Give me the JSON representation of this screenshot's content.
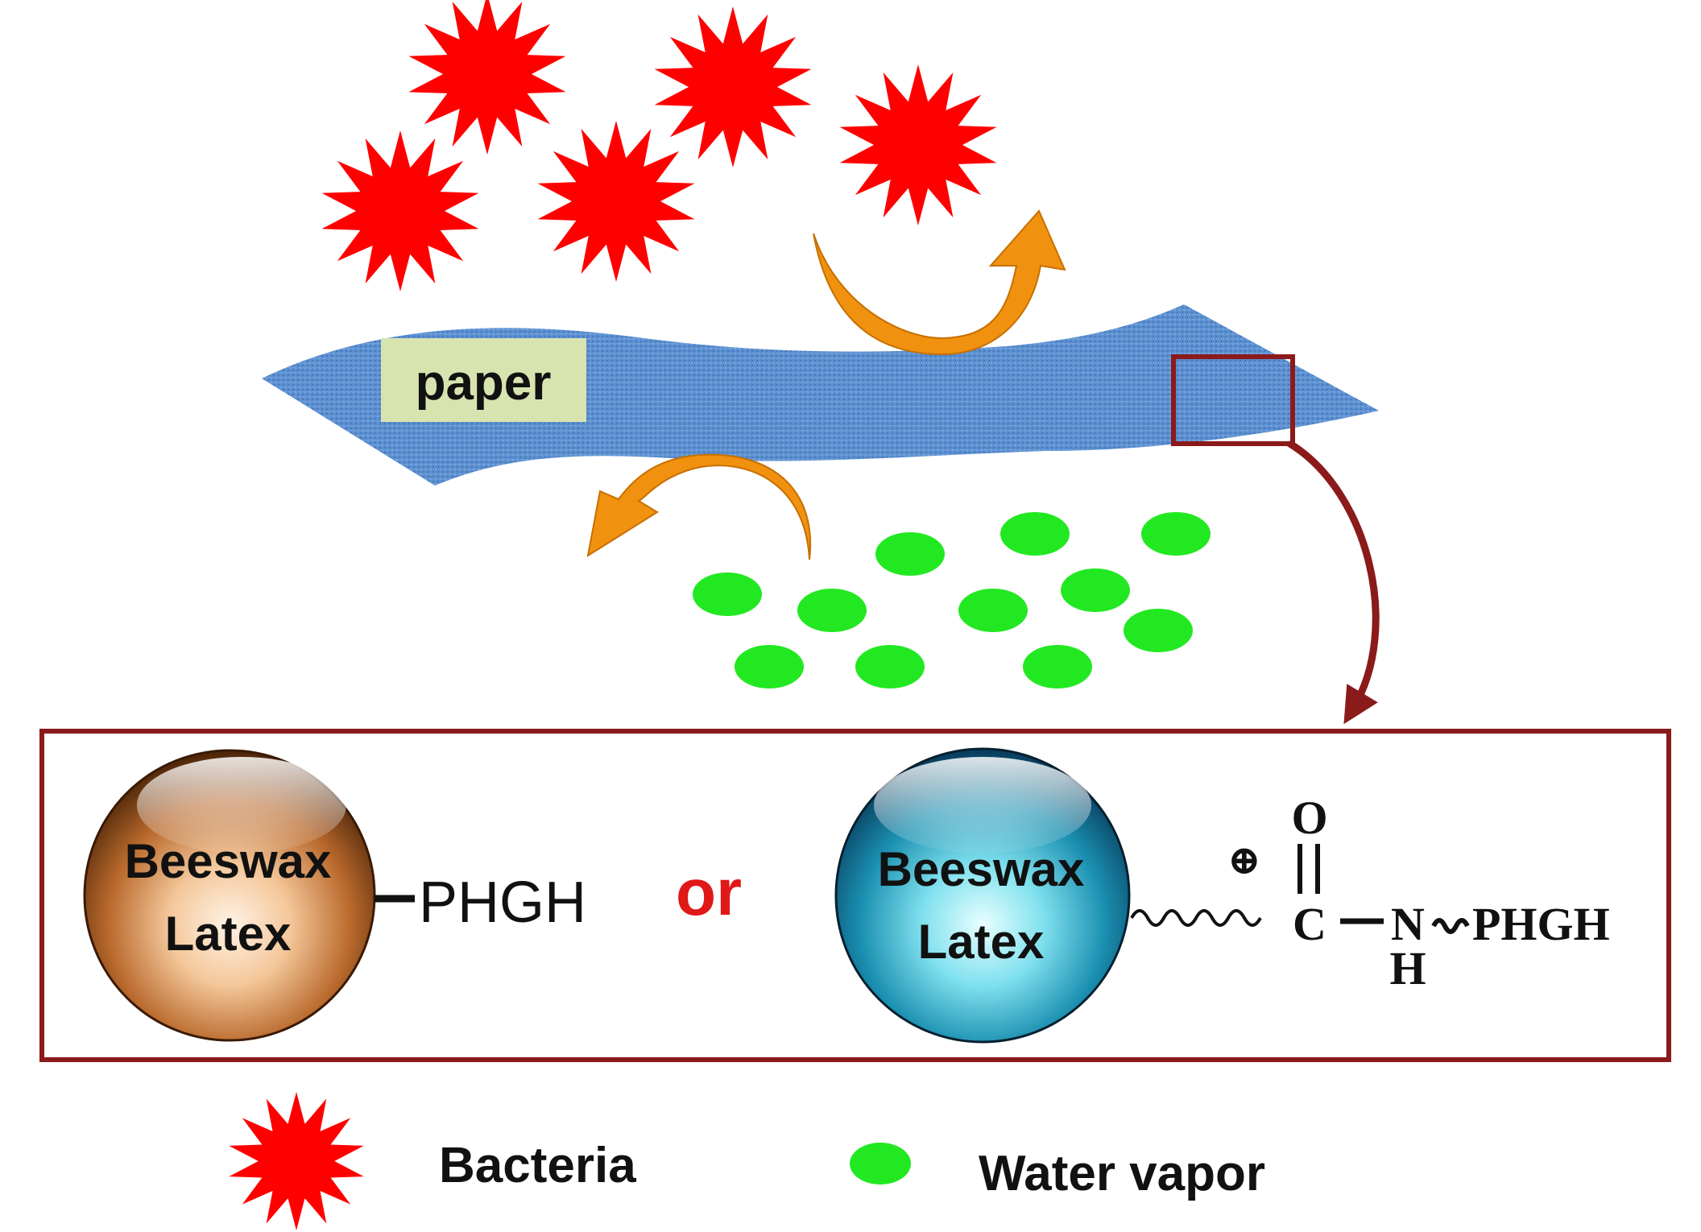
{
  "diagram": {
    "paper_label": "paper",
    "sphere_left": {
      "line1": "Beeswax",
      "line2": "Latex",
      "group": "PHGH"
    },
    "connector_word": "or",
    "sphere_right": {
      "line1": "Beeswax",
      "line2": "Latex",
      "charge": "⊕",
      "oxygen": "O",
      "carbon": "C",
      "nitrogen": "N",
      "hydrogen": "H",
      "group": "PHGH"
    },
    "legend": {
      "bacteria_label": "Bacteria",
      "water_label": "Water vapor"
    }
  },
  "colors": {
    "bacteria": "#ff0000",
    "water": "#22e822",
    "paper": "#5b8fd0",
    "arrow": "#f0920f",
    "frame": "#8b1a1a",
    "text_red": "#e01818"
  },
  "icons": [
    "bacteria-star-icon",
    "water-vapor-droplet-icon",
    "orange-curved-arrow-icon",
    "dark-red-zoom-arrow-icon"
  ]
}
